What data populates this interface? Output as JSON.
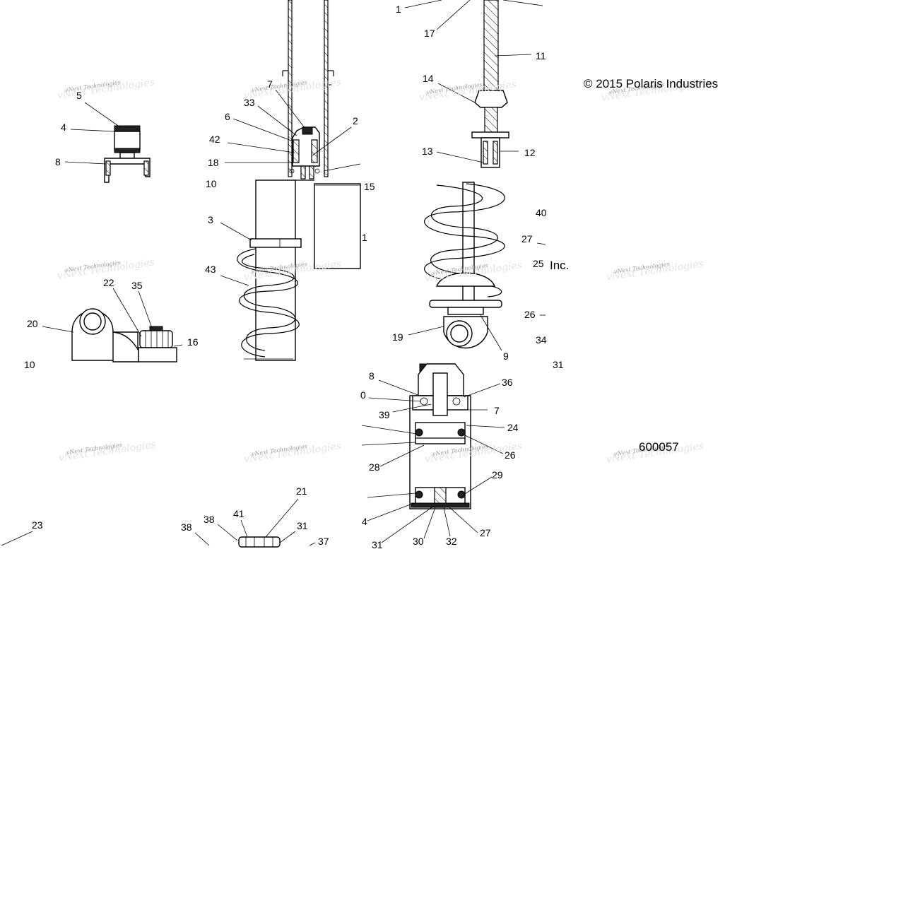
{
  "figure": {
    "copyright": "© 2015 Polaris Industries",
    "copyright_fragment": "Inc.",
    "figure_id": "600057",
    "watermark": "vNext Technologies"
  },
  "callouts": [
    {
      "id": "c1",
      "label": "1"
    },
    {
      "id": "c17",
      "label": "17"
    },
    {
      "id": "c11",
      "label": "11"
    },
    {
      "id": "c14",
      "label": "14"
    },
    {
      "id": "c13",
      "label": "13"
    },
    {
      "id": "c12",
      "label": "12"
    },
    {
      "id": "c5",
      "label": "5"
    },
    {
      "id": "c4",
      "label": "4"
    },
    {
      "id": "c8a",
      "label": "8"
    },
    {
      "id": "c7a",
      "label": "7"
    },
    {
      "id": "c33",
      "label": "33"
    },
    {
      "id": "c6",
      "label": "6"
    },
    {
      "id": "c42",
      "label": "42"
    },
    {
      "id": "c18",
      "label": "18"
    },
    {
      "id": "c2",
      "label": "2"
    },
    {
      "id": "c10a",
      "label": "10"
    },
    {
      "id": "c15",
      "label": "15"
    },
    {
      "id": "c1b",
      "label": "1"
    },
    {
      "id": "c3",
      "label": "3"
    },
    {
      "id": "c43",
      "label": "43"
    },
    {
      "id": "c40",
      "label": "40"
    },
    {
      "id": "c27a",
      "label": "27"
    },
    {
      "id": "c25",
      "label": "25"
    },
    {
      "id": "c22",
      "label": "22"
    },
    {
      "id": "c35",
      "label": "35"
    },
    {
      "id": "c20",
      "label": "20"
    },
    {
      "id": "c16",
      "label": "16"
    },
    {
      "id": "c10b",
      "label": "10"
    },
    {
      "id": "c26a",
      "label": "26"
    },
    {
      "id": "c34a",
      "label": "34"
    },
    {
      "id": "c19",
      "label": "19"
    },
    {
      "id": "c9",
      "label": "9"
    },
    {
      "id": "c31a",
      "label": "31"
    },
    {
      "id": "c8b",
      "label": "8"
    },
    {
      "id": "c36",
      "label": "36"
    },
    {
      "id": "c0",
      "label": "0"
    },
    {
      "id": "c39",
      "label": "39"
    },
    {
      "id": "c7b",
      "label": "7"
    },
    {
      "id": "c24",
      "label": "24"
    },
    {
      "id": "c26b",
      "label": "26"
    },
    {
      "id": "c28",
      "label": "28"
    },
    {
      "id": "c29",
      "label": "29"
    },
    {
      "id": "c34b",
      "label": "4"
    },
    {
      "id": "c31b",
      "label": "31"
    },
    {
      "id": "c30",
      "label": "30"
    },
    {
      "id": "c32",
      "label": "32"
    },
    {
      "id": "c27b",
      "label": "27"
    },
    {
      "id": "c23",
      "label": "23"
    },
    {
      "id": "c21",
      "label": "21"
    },
    {
      "id": "c41",
      "label": "41"
    },
    {
      "id": "c38a",
      "label": "38"
    },
    {
      "id": "c38b",
      "label": "38"
    },
    {
      "id": "c31c",
      "label": "31"
    },
    {
      "id": "c37",
      "label": "37"
    }
  ]
}
